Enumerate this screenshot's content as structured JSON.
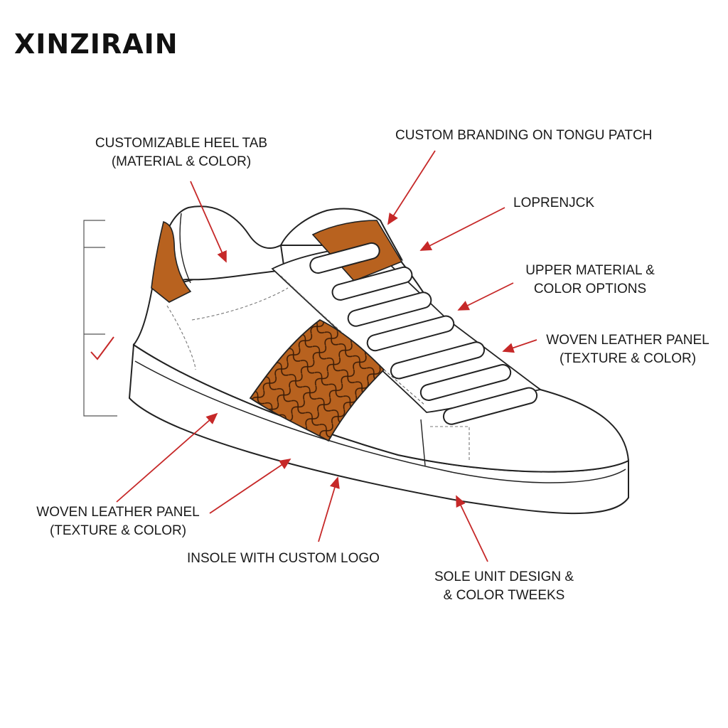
{
  "brand": "XINZIRAIN",
  "colors": {
    "accent": "#b8621f",
    "arrow": "#c62828",
    "outline": "#222222"
  },
  "callouts": {
    "heel_tab": {
      "line1": "CUSTOMIZABLE HEEL TAB",
      "line2": "(MATERIAL & COLOR)"
    },
    "tongue": {
      "line1": "CUSTOM BRANDING ON TONGU PATCH"
    },
    "lace": {
      "line1": "LOPRENJCK"
    },
    "upper": {
      "line1": "UPPER MATERIAL &",
      "line2": "COLOR OPTIONS"
    },
    "woven_right": {
      "line1": "WOVEN LEATHER PANEL",
      "line2": "(TEXTURE & COLOR)"
    },
    "woven_left": {
      "line1": "WOVEN LEATHER PANEL",
      "line2": "(TEXTURE & COLOR)"
    },
    "insole": {
      "line1": "INSOLE WITH CUSTOM LOGO"
    },
    "sole": {
      "line1": "SOLE UNIT DESIGN &",
      "line2": "& COLOR TWEEKS"
    }
  }
}
